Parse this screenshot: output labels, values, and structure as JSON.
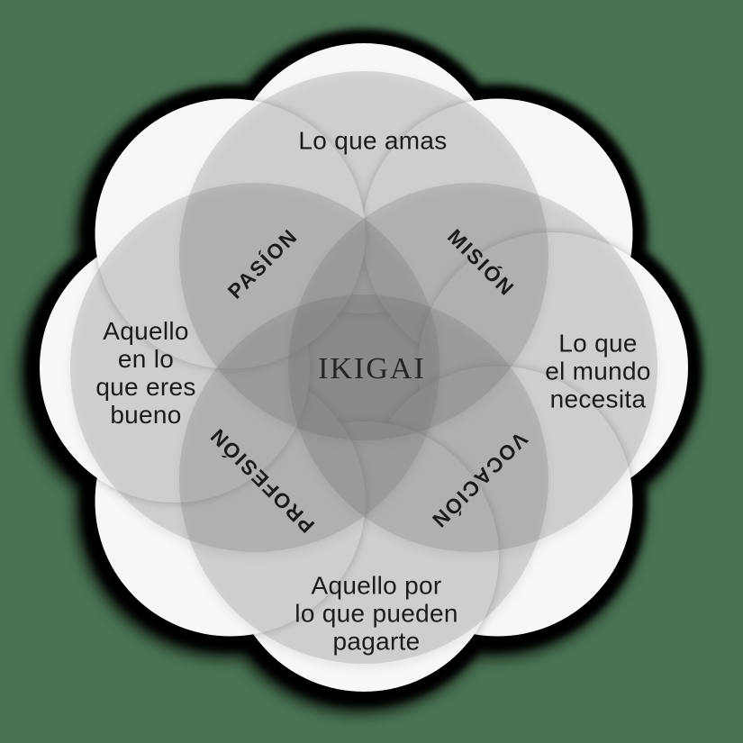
{
  "colors": {
    "background": "#497353",
    "petal": "#f7f7f7",
    "outline": "#000000",
    "circle_fill": "rgba(100,100,100,0.21)",
    "text": "#1b1b1b"
  },
  "diagram": {
    "title": "IKIGAI",
    "center": {
      "text": "IKIGAI"
    },
    "outer_labels": [
      {
        "id": "love",
        "position": "top",
        "text": "Lo que amas"
      },
      {
        "id": "good-at",
        "position": "left",
        "text": "Aquello\nen lo\nque eres\nbueno"
      },
      {
        "id": "world-needs",
        "position": "right",
        "text": "Lo que\nel mundo\nnecesita"
      },
      {
        "id": "paid-for",
        "position": "bottom",
        "text": "Aquello por\nlo que pueden\npagarte"
      }
    ],
    "intersection_labels": [
      {
        "id": "pasion",
        "position": "top-left",
        "text": "PASÍON"
      },
      {
        "id": "mision",
        "position": "top-right",
        "text": "MISIÓN"
      },
      {
        "id": "profesion",
        "position": "bottom-left",
        "text": "PROFESIÓN"
      },
      {
        "id": "vocacion",
        "position": "bottom-right",
        "text": "VOCACIÓN"
      }
    ]
  }
}
